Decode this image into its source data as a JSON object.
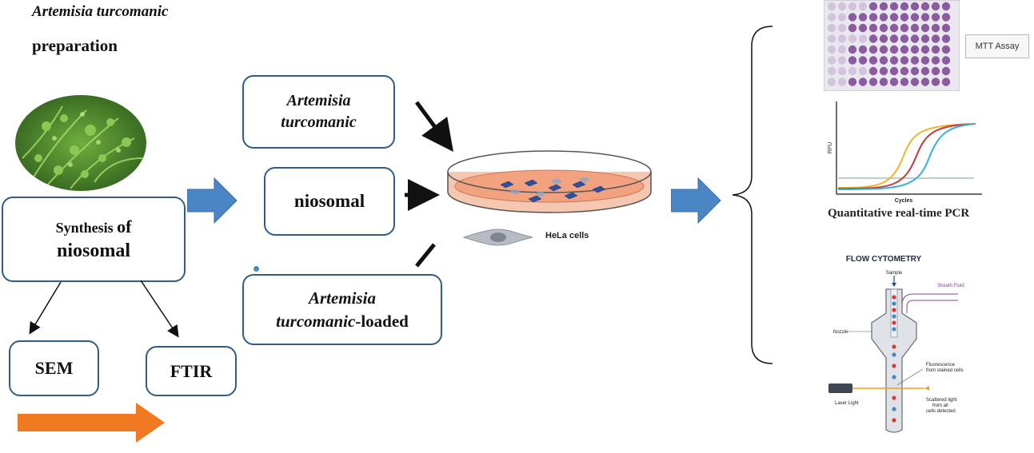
{
  "header": {
    "line1": "Artemisia turcomanic",
    "line2": "preparation"
  },
  "synthesis_box": {
    "word1": "Synthesis",
    "word2": "of",
    "word3": "niosomal"
  },
  "characterization": {
    "sem": "SEM",
    "ftir": "FTIR"
  },
  "treatments": {
    "free_line1": "Artemisia",
    "free_line2": "turcomanic",
    "niosomal": "niosomal",
    "loaded_line1": "Artemisia",
    "loaded_line2_italic": "turcomanic",
    "loaded_line2_suffix": "-loaded"
  },
  "cell_line": {
    "label": "HeLa cells"
  },
  "assays": {
    "mtt_label": "MTT Assay",
    "pcr_x_label": "Cycles",
    "pcr_y_label": "RFU",
    "pcr_caption": "Quantitative real-time PCR",
    "flow_title": "FLOW CYTOMETRY",
    "flow_sample": "Sample",
    "flow_sheath": "Sheath Fluid",
    "flow_nozzle": "Nozzle",
    "flow_laser": "Laser Light",
    "flow_fluorescence_1": "Fluorescence",
    "flow_fluorescence_2": "from stained cells",
    "flow_scatter_1": "Scattered light",
    "flow_scatter_2": "from all",
    "flow_scatter_3": "cells detected"
  },
  "colors": {
    "box_border": "#2f5d86",
    "blue_arrow": "#4a86c5",
    "orange_arrow": "#ef7a22",
    "plant_green": "#4b8a2e",
    "plate_purple": "#7e4d97",
    "dish_medium": "#f2a27f"
  }
}
